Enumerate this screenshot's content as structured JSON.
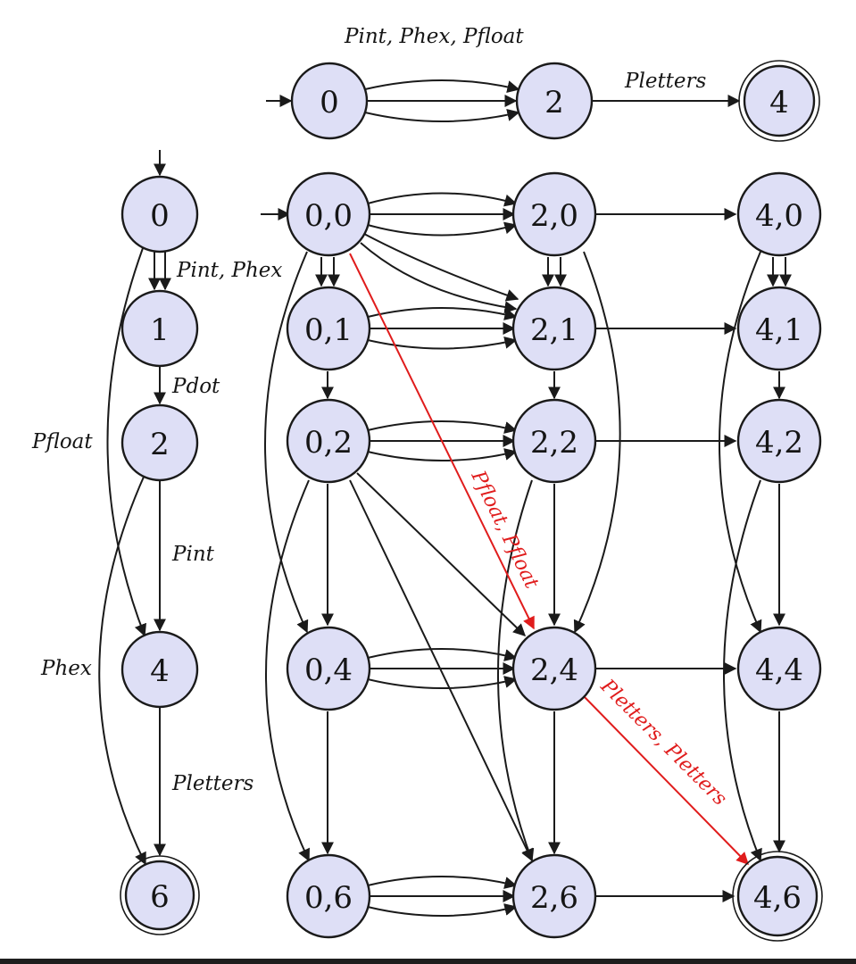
{
  "colors": {
    "node_fill": "#dedff6",
    "stroke": "#1a1a1a",
    "highlight": "#e01c1c"
  },
  "labels": {
    "top_int_hex_float": "Pint, Phex, Pfloat",
    "top_letters": "Pletters",
    "left_int_hex": "Pint, Phex",
    "left_dot": "Pdot",
    "left_float": "Pfloat",
    "left_int": "Pint",
    "left_hex": "Phex",
    "left_letters": "Pletters",
    "red_float": "Pfloat, Pfloat",
    "red_letters": "Pletters, Pletters"
  },
  "top_automaton": {
    "nodes": [
      {
        "id": "t0",
        "label": "0",
        "accepting": false,
        "initial": true
      },
      {
        "id": "t2",
        "label": "2",
        "accepting": false,
        "initial": false
      },
      {
        "id": "t4",
        "label": "4",
        "accepting": true,
        "initial": false
      }
    ]
  },
  "left_automaton": {
    "nodes": [
      {
        "id": "l0",
        "label": "0",
        "accepting": false,
        "initial": true
      },
      {
        "id": "l1",
        "label": "1",
        "accepting": false,
        "initial": false
      },
      {
        "id": "l2",
        "label": "2",
        "accepting": false,
        "initial": false
      },
      {
        "id": "l4",
        "label": "4",
        "accepting": false,
        "initial": false
      },
      {
        "id": "l6",
        "label": "6",
        "accepting": true,
        "initial": false
      }
    ]
  },
  "product_automaton": {
    "nodes": [
      {
        "id": "p00",
        "label": "0,0",
        "accepting": false,
        "initial": true
      },
      {
        "id": "p20",
        "label": "2,0",
        "accepting": false,
        "initial": false
      },
      {
        "id": "p40",
        "label": "4,0",
        "accepting": false,
        "initial": false
      },
      {
        "id": "p01",
        "label": "0,1",
        "accepting": false,
        "initial": false
      },
      {
        "id": "p21",
        "label": "2,1",
        "accepting": false,
        "initial": false
      },
      {
        "id": "p41",
        "label": "4,1",
        "accepting": false,
        "initial": false
      },
      {
        "id": "p02",
        "label": "0,2",
        "accepting": false,
        "initial": false
      },
      {
        "id": "p22",
        "label": "2,2",
        "accepting": false,
        "initial": false
      },
      {
        "id": "p42",
        "label": "4,2",
        "accepting": false,
        "initial": false
      },
      {
        "id": "p04",
        "label": "0,4",
        "accepting": false,
        "initial": false
      },
      {
        "id": "p24",
        "label": "2,4",
        "accepting": false,
        "initial": false
      },
      {
        "id": "p44",
        "label": "4,4",
        "accepting": false,
        "initial": false
      },
      {
        "id": "p06",
        "label": "0,6",
        "accepting": false,
        "initial": false
      },
      {
        "id": "p26",
        "label": "2,6",
        "accepting": false,
        "initial": false
      },
      {
        "id": "p46",
        "label": "4,6",
        "accepting": true,
        "initial": false
      }
    ]
  }
}
